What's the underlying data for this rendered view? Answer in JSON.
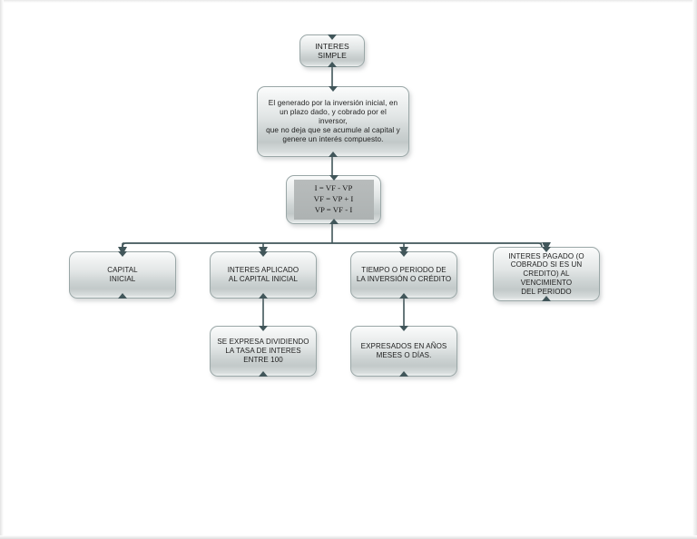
{
  "diagram": {
    "type": "flowchart",
    "title_node": {
      "lines": [
        "INTERES",
        "SIMPLE"
      ]
    },
    "definition_node": {
      "lines": [
        "El generado por la inversión inicial, en",
        "un plazo dado, y cobrado por el",
        "inversor,",
        "que no deja que se acumule al capital y",
        "genere un interés compuesto."
      ]
    },
    "formula_node": {
      "formulas": [
        "I = VF - VP",
        "VF = VP + I",
        "VP = VF - I"
      ]
    },
    "branches": [
      {
        "id": "capital",
        "lines": [
          "CAPITAL",
          "INICIAL"
        ]
      },
      {
        "id": "interes-aplicado",
        "lines": [
          "INTERES APLICADO",
          "AL CAPITAL INICIAL"
        ]
      },
      {
        "id": "tiempo",
        "lines": [
          "TIEMPO O PERIODO DE",
          "LA INVERSIÓN O CRÉDITO"
        ]
      },
      {
        "id": "interes-pagado",
        "lines": [
          "INTERES PAGADO (O",
          "COBRADO SI ES UN",
          "CREDITO) AL VENCIMIENTO",
          "DEL PERIODO"
        ]
      }
    ],
    "sub_nodes": [
      {
        "id": "tasa",
        "lines": [
          "SE EXPRESA DIVIDIENDO",
          "LA TASA DE INTERES",
          "ENTRE 100"
        ]
      },
      {
        "id": "expresados",
        "lines": [
          "EXPRESADOS EN AÑOS",
          "MESES O DÍAS."
        ]
      }
    ],
    "colors": {
      "connector": "#41565a",
      "box_border": "#9aa7a7",
      "box_fill_light": "#fbfcfc",
      "box_fill_dark": "#c2c9c9",
      "formula_panel": "#b2b7b7",
      "text": "#202020",
      "canvas": "#ffffff"
    }
  }
}
